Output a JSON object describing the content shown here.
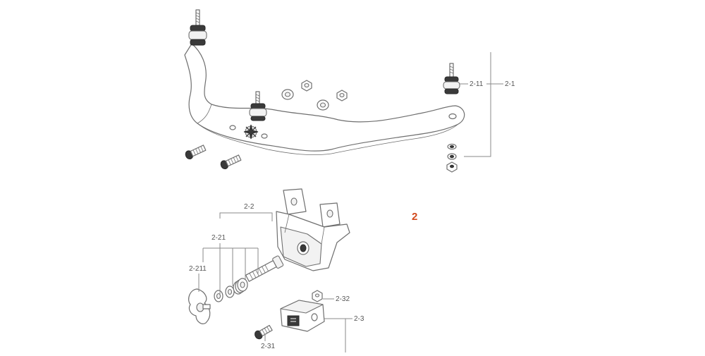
{
  "diagram": {
    "section_number": "2",
    "accent_color": "#d24a1e",
    "callouts": {
      "c2_1": "2-1",
      "c2_11": "2-11",
      "c2_2": "2-2",
      "c2_21": "2-21",
      "c2_211": "2-211",
      "c2_3": "2-3",
      "c2_31": "2-31",
      "c2_32": "2-32"
    }
  }
}
